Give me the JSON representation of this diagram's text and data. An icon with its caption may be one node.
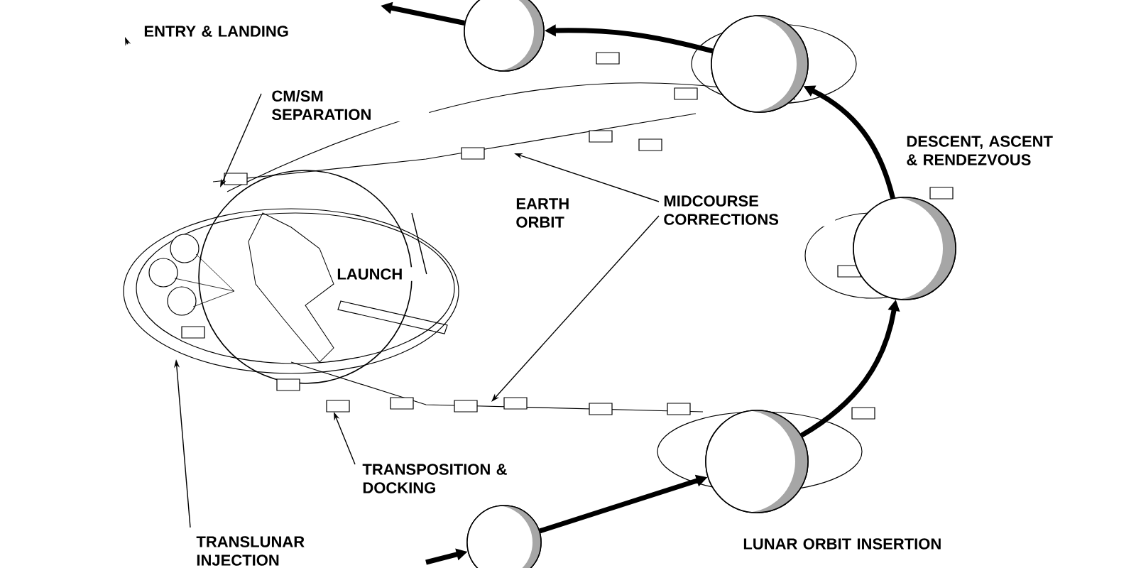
{
  "diagram": {
    "nodes": [
      {
        "text": [
          "ENTRY & LANDING"
        ]
      },
      {
        "text": [
          "CM/SM SEPARATION"
        ]
      },
      {
        "text": [
          "EARTH ORBIT"
        ]
      },
      {
        "text": [
          "MIDCOURSE CORRECTIONS"
        ]
      },
      {
        "text": [
          "DESCENT, ASCENT & RENDEZVOUS"
        ]
      },
      {
        "text": [
          "LAUNCH"
        ]
      },
      {
        "text": [
          "TRANSPOSITION & DOCKING"
        ]
      },
      {
        "text": [
          "TRANSLUNAR INJECTION"
        ]
      },
      {
        "text": [
          "LUNAR ORBIT INSERTION"
        ]
      },
      {
        "text": [],
        "shape": "circle"
      },
      {
        "text": [],
        "shape": "circle"
      },
      {
        "text": [],
        "shape": "circle"
      },
      {
        "text": [],
        "shape": "circle"
      },
      {
        "text": [],
        "shape": "circle"
      }
    ],
    "edges": [
      {
        "from": null,
        "to": 10,
        "arrow": "to",
        "style": "thick"
      },
      {
        "from": 10,
        "to": 12,
        "arrow": "to",
        "style": "thick"
      },
      {
        "from": 12,
        "to": 13,
        "arrow": "to",
        "style": "thick"
      },
      {
        "from": 13,
        "to": 11,
        "arrow": "to",
        "style": "thick"
      },
      {
        "from": 11,
        "to": 9,
        "arrow": "to",
        "style": "thick"
      },
      {
        "from": 9,
        "to": null,
        "arrow": "to",
        "style": "thick"
      },
      {
        "from": 0,
        "to": null,
        "arrow": "to"
      },
      {
        "from": 1,
        "to": null,
        "arrow": "to"
      },
      {
        "from": 5,
        "to": null,
        "arrow": "none"
      },
      {
        "from": 3,
        "to": null,
        "arrow": "to"
      },
      {
        "from": 3,
        "to": null,
        "arrow": "to"
      },
      {
        "from": 6,
        "to": null,
        "arrow": "to"
      },
      {
        "from": 7,
        "to": null,
        "arrow": "to"
      }
    ]
  }
}
